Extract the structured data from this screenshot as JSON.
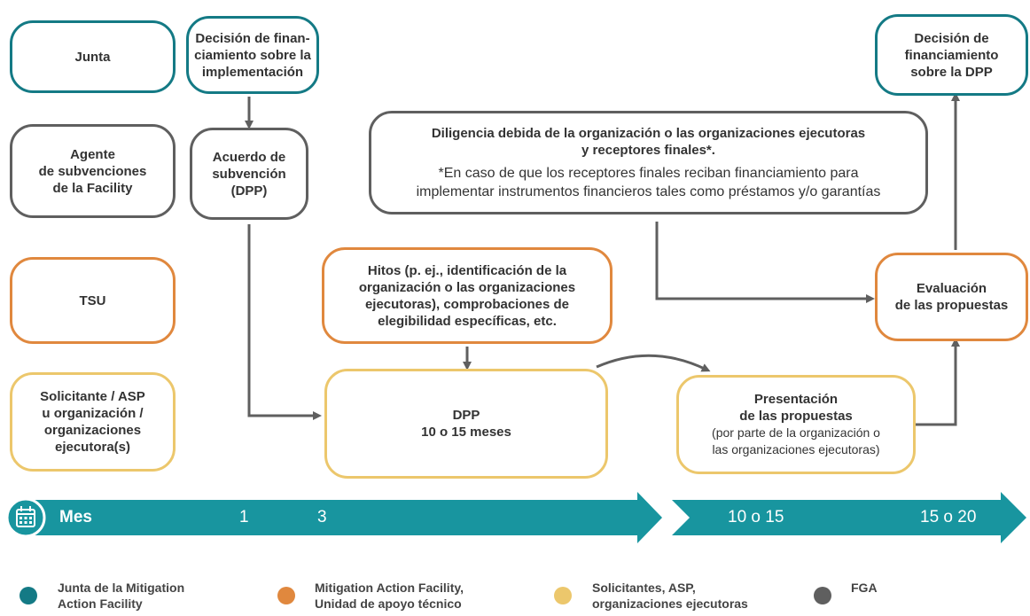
{
  "roles": {
    "junta": "Junta",
    "agente": [
      "Agente",
      "de subvenciones",
      "de la Facility"
    ],
    "tsu": "TSU",
    "solicitante": [
      "Solicitante / ASP",
      "u organización /",
      "organizaciones",
      "ejecutora(s)"
    ]
  },
  "boxes": {
    "decision_impl": [
      "Decisión de finan-",
      "ciamiento sobre la",
      "implementación"
    ],
    "acuerdo": [
      "Acuerdo de",
      "subvención",
      "(DPP)"
    ],
    "hitos": [
      "Hitos (p. ej., identificación de la",
      "organización o las organizaciones",
      "ejecutoras), comprobaciones de",
      "elegibilidad específicas, etc."
    ],
    "dpp_title": "DPP",
    "dpp_duration": "10 o 15 meses",
    "diligencia_title": [
      "Diligencia debida de la organización o las organizaciones ejecutoras",
      "y receptores finales*."
    ],
    "diligencia_note": [
      "*En caso de que los receptores finales reciban financiamiento para",
      "implementar instrumentos financieros tales como préstamos y/o garantías"
    ],
    "presentacion_title": [
      "Presentación",
      "de las propuestas"
    ],
    "presentacion_note": [
      "(por parte de la organización o",
      "las organizaciones ejecutoras)"
    ],
    "evaluacion": [
      "Evaluación",
      "de las propuestas"
    ],
    "decision_dpp": [
      "Decisión de",
      "financiamiento",
      "sobre la DPP"
    ]
  },
  "timeline": {
    "label": "Mes",
    "icon": "calendar-icon",
    "marks": [
      "1",
      "3",
      "10 o 15",
      "15 o 20"
    ]
  },
  "legend": [
    {
      "label": [
        "Junta de la Mitigation",
        "Action Facility"
      ],
      "color": "#147a85"
    },
    {
      "label": [
        "Mitigation Action Facility,",
        "Unidad de apoyo técnico"
      ],
      "color": "#e0883e"
    },
    {
      "label": [
        "Solicitantes, ASP,",
        "organizaciones ejecutoras"
      ],
      "color": "#ecc76c"
    },
    {
      "label": [
        "FGA"
      ],
      "color": "#5f5f5f"
    }
  ],
  "colors": {
    "teal": "#147a85",
    "gray": "#5f5f5f",
    "orange": "#e0883e",
    "yellow": "#ecc76c",
    "timeline": "#18959f"
  }
}
